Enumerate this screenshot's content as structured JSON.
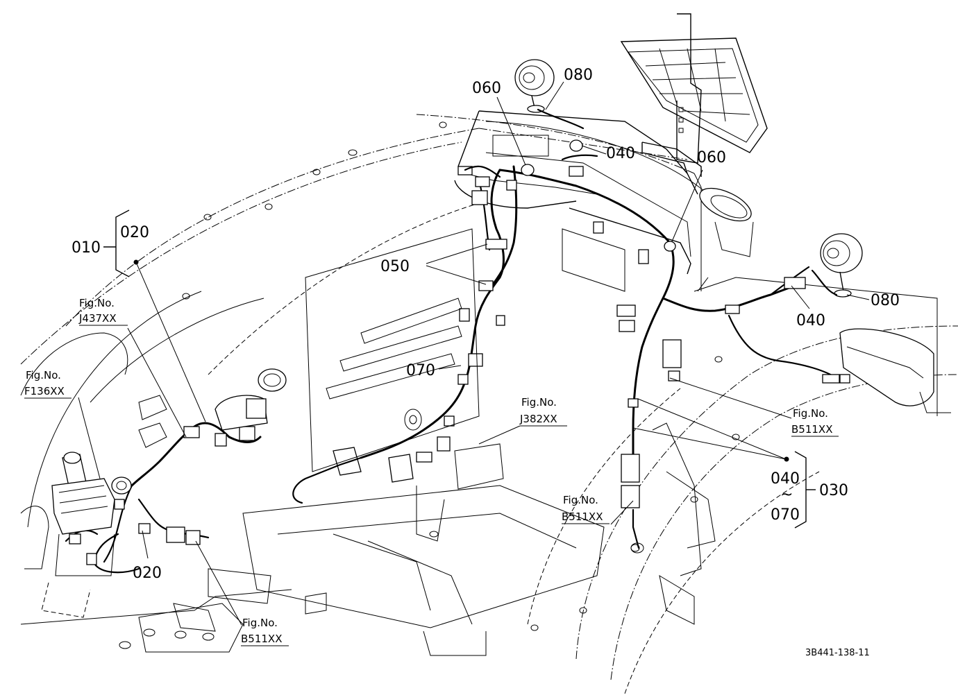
{
  "callouts": {
    "c080_top": "080",
    "c060_left": "060",
    "c040_top": "040",
    "c060_right": "060",
    "c010": "010",
    "c020_group": "020",
    "c050": "050",
    "c070": "070",
    "c080_right": "080",
    "c040_right": "040",
    "c020_bottom": "020",
    "c040_range_start": "040",
    "c040_range_tilde": "~",
    "c040_range_end": "070",
    "c030": "030"
  },
  "figure_refs": {
    "j437": {
      "label": "Fig.No.",
      "code": "J437XX"
    },
    "f136": {
      "label": "Fig.No.",
      "code": "F136XX"
    },
    "j382": {
      "label": "Fig.No.",
      "code": "J382XX"
    },
    "b511_right": {
      "label": "Fig.No.",
      "code": "B511XX"
    },
    "b511_middle": {
      "label": "Fig.No.",
      "code": "B511XX"
    },
    "b511_bottom": {
      "label": "Fig.No.",
      "code": "B511XX"
    }
  },
  "drawing_code": "3B441-138-11"
}
